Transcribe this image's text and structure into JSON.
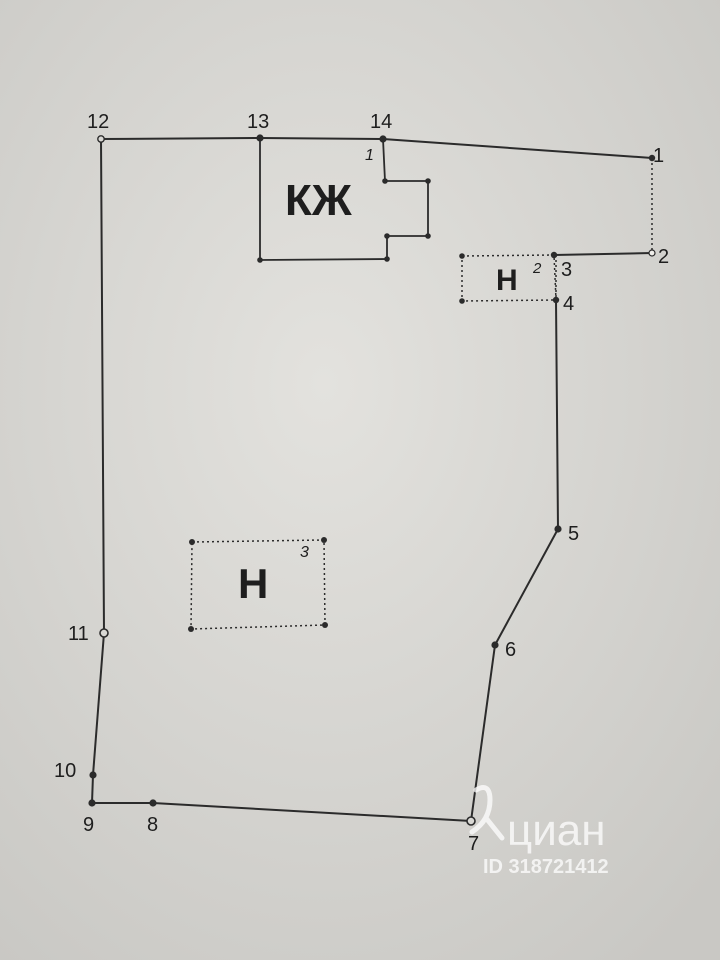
{
  "boundary_points": [
    {
      "label": "1"
    },
    {
      "label": "2"
    },
    {
      "label": "3"
    },
    {
      "label": "4"
    },
    {
      "label": "5"
    },
    {
      "label": "6"
    },
    {
      "label": "7"
    },
    {
      "label": "8"
    },
    {
      "label": "9"
    },
    {
      "label": "10"
    },
    {
      "label": "11"
    },
    {
      "label": "12"
    },
    {
      "label": "13"
    },
    {
      "label": "14"
    }
  ],
  "buildings": [
    {
      "label": "КЖ",
      "number": "1"
    },
    {
      "label": "Н",
      "number": "2"
    },
    {
      "label": "Н",
      "number": "3"
    }
  ],
  "watermark": {
    "brand": "циан",
    "id_text": "ID 318721412"
  },
  "colors": {
    "paper": "#d9d8d4",
    "line": "#2b2b2b",
    "watermark": "#ffffff"
  }
}
